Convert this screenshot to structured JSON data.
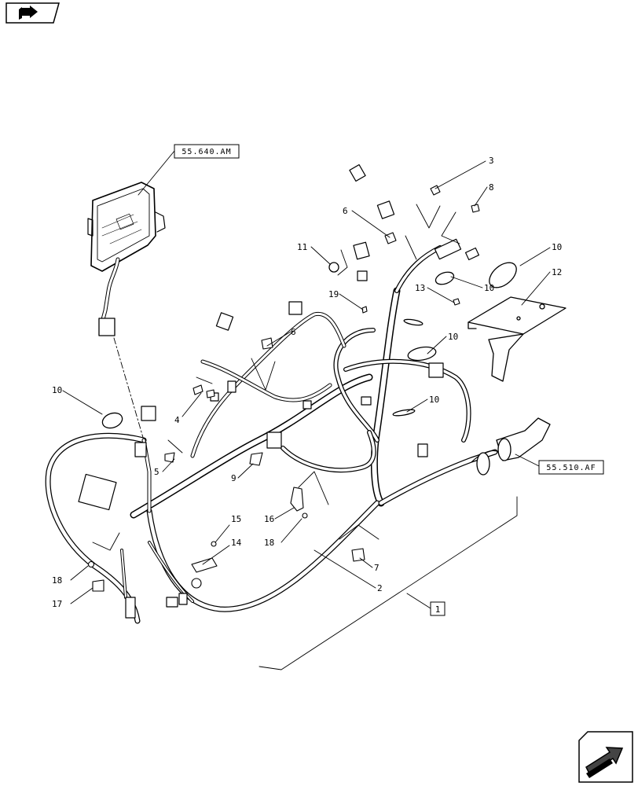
{
  "callouts": {
    "c1": "1",
    "c2": "2",
    "c3": "3",
    "c4": "4",
    "c5": "5",
    "c6a": "6",
    "c6b": "6",
    "c7": "7",
    "c8": "8",
    "c9": "9",
    "c10a": "10",
    "c10b": "10",
    "c10c": "10",
    "c10d": "10",
    "c10e": "10",
    "c11": "11",
    "c12": "12",
    "c13": "13",
    "c14": "14",
    "c15": "15",
    "c16": "16",
    "c17": "17",
    "c18a": "18",
    "c18b": "18",
    "c19": "19"
  },
  "references": {
    "top": "55.640.AM",
    "right": "55.510.AF"
  },
  "nav": {
    "top_icon": "book-arrow-icon",
    "bottom_icon": "next-page-arrow-icon"
  }
}
